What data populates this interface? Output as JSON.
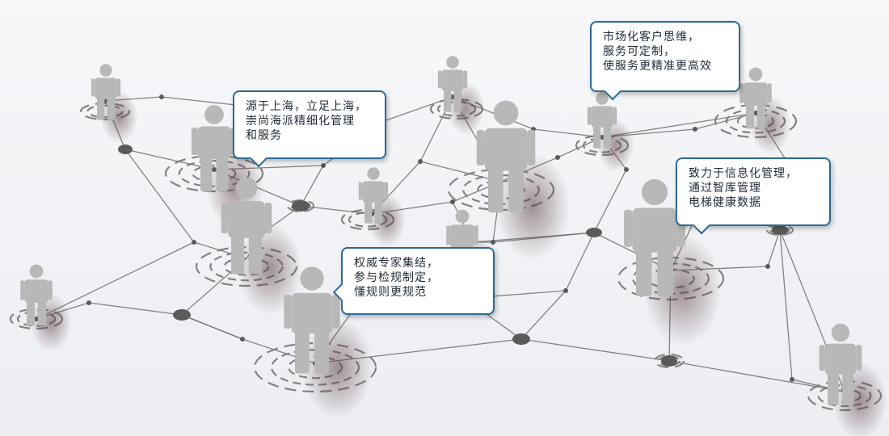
{
  "colors": {
    "link": "#6f6f6f",
    "node": "#5a5a5a",
    "ring": "#777777",
    "person": "#b8b8b8",
    "bubble_border": "#2c6a92"
  },
  "icons": [
    "person-icon",
    "network-node-icon",
    "concentric-ring-icon"
  ],
  "callouts": {
    "local": [
      "源于上海，立足上海，",
      "崇尚海派精细化管理",
      "和服务"
    ],
    "market": [
      "市场化客户思维，",
      "服务可定制，",
      "使服务更精准更高效"
    ],
    "tech": [
      "致力于信息化管理，",
      "通过智库管理",
      "电梯健康数据"
    ],
    "expert": [
      "权威专家集结，",
      "参与检规制定，",
      "懂规则更规范"
    ]
  }
}
